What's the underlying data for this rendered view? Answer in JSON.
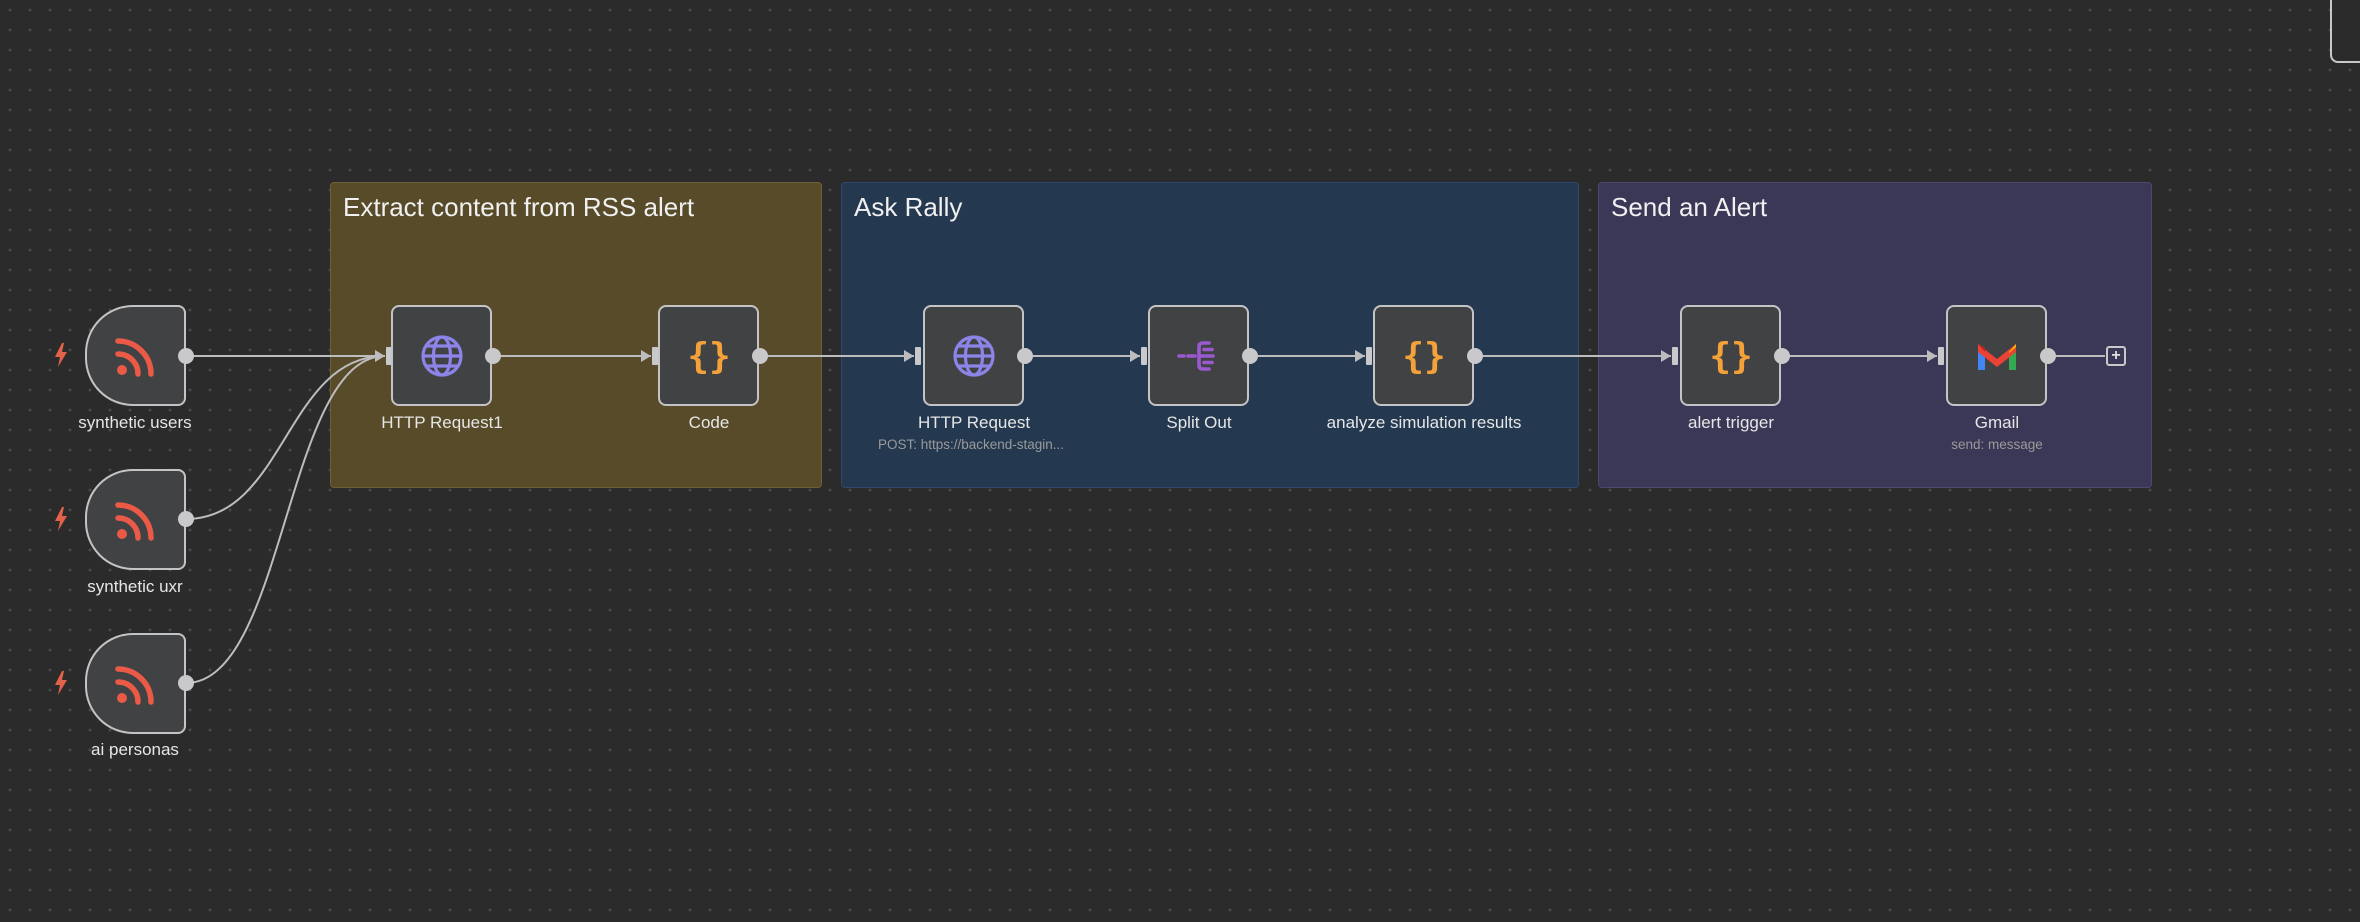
{
  "sticky_notes": {
    "rss": {
      "title": "Extract content from RSS alert",
      "color": "#574b29"
    },
    "rally": {
      "title": "Ask Rally",
      "color": "#243850"
    },
    "alert": {
      "title": "Send an Alert",
      "color": "#3b3756"
    }
  },
  "nodes": {
    "synthetic_users": {
      "label": "synthetic users",
      "icon": "rss-icon",
      "type": "trigger"
    },
    "synthetic_uxr": {
      "label": "synthetic uxr",
      "icon": "rss-icon",
      "type": "trigger"
    },
    "ai_personas": {
      "label": "ai personas",
      "icon": "rss-icon",
      "type": "trigger"
    },
    "http_request1": {
      "label": "HTTP Request1",
      "icon": "globe-icon"
    },
    "code": {
      "label": "Code",
      "icon": "code-braces-icon"
    },
    "http_request": {
      "label": "HTTP Request",
      "subtitle": "POST: https://backend-stagin...",
      "icon": "globe-icon"
    },
    "split_out": {
      "label": "Split Out",
      "icon": "split-out-icon"
    },
    "analyze": {
      "label": "analyze simulation results",
      "icon": "code-braces-icon"
    },
    "alert_trigger": {
      "label": "alert trigger",
      "icon": "code-braces-icon"
    },
    "gmail": {
      "label": "Gmail",
      "subtitle": "send: message",
      "icon": "gmail-icon"
    }
  },
  "add_button": {
    "label": "+"
  },
  "colors": {
    "rss_orange": "#ea5a47",
    "globe_purple": "#8c84e6",
    "code_orange": "#f4a13a",
    "split_purple": "#9b59d0",
    "bolt_red": "#e2624a"
  }
}
